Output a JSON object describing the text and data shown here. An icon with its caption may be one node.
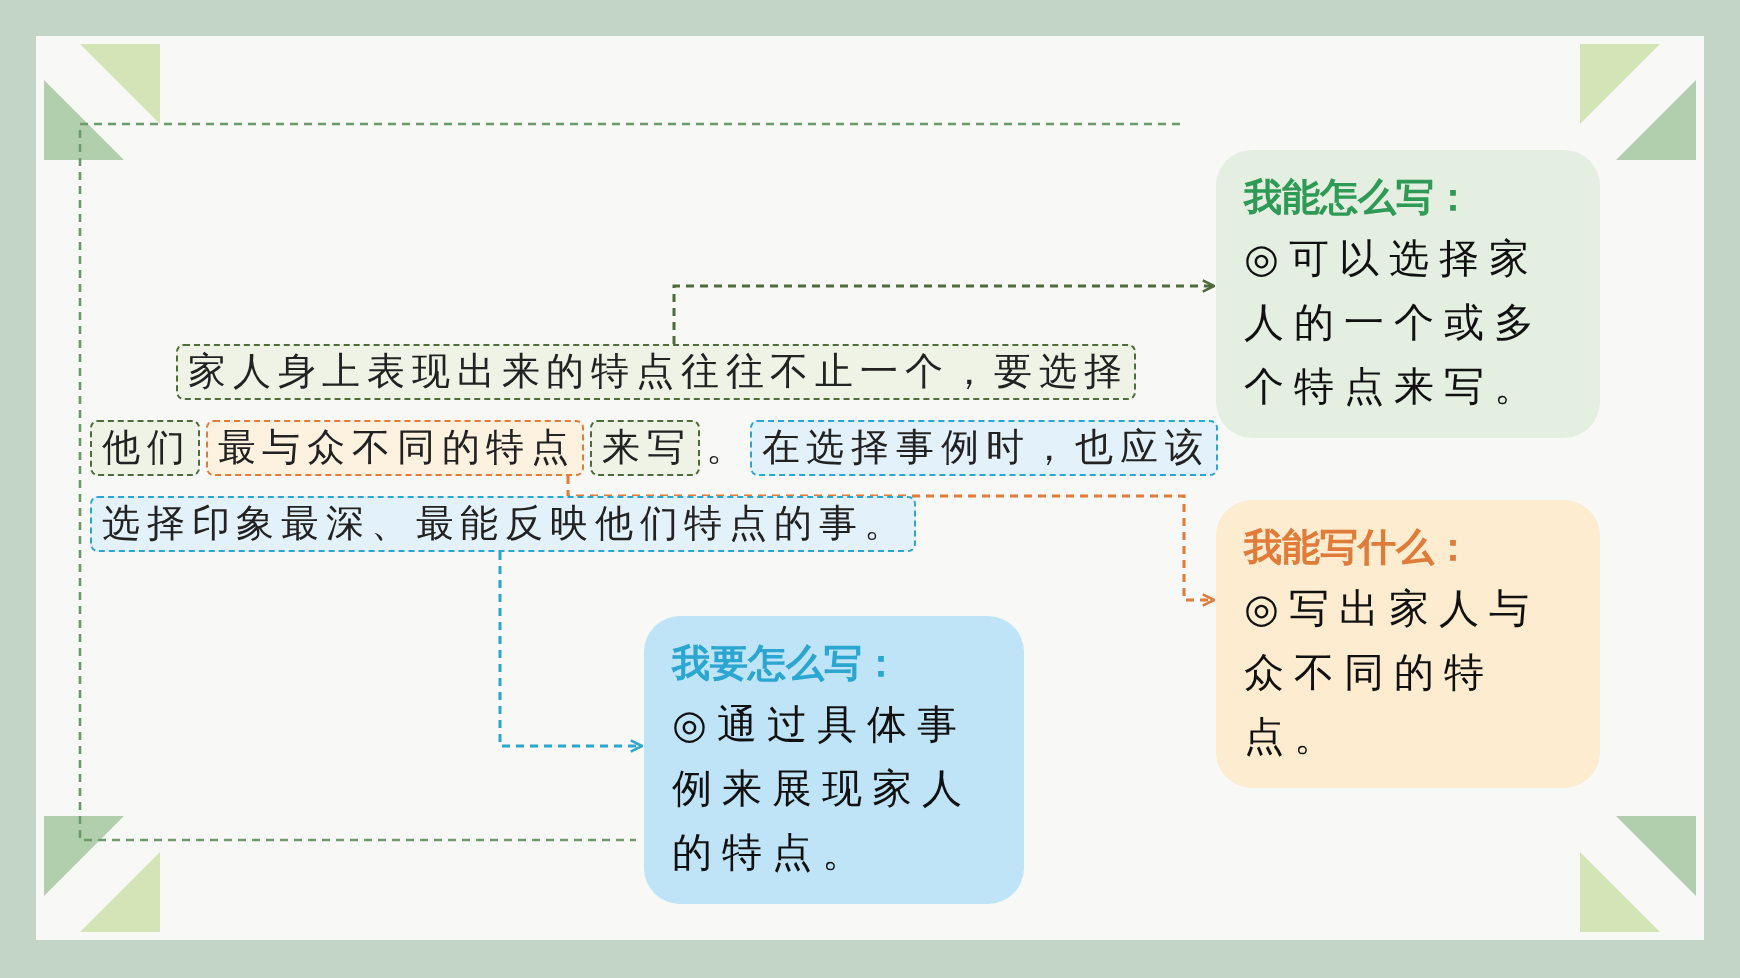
{
  "diagram": {
    "nodes": [
      {
        "text": [
          "家人身上表现出来的特点往往不止一个，要选择"
        ]
      },
      {
        "text": [
          "他们"
        ]
      },
      {
        "text": [
          "最与众不同的特点"
        ]
      },
      {
        "text": [
          "来写"
        ]
      },
      {
        "text": [
          "在选择事例时，也应该"
        ]
      },
      {
        "text": [
          "选择印象最深、最能反映他们特点的事。"
        ]
      },
      {
        "text": [
          "我能怎么写：",
          "◎可以选择家人的一个或多个特点来写。"
        ]
      },
      {
        "text": [
          "我能写什么：",
          "◎写出家人与众不同的特点。"
        ]
      },
      {
        "text": [
          "我要怎么写：",
          "◎通过具体事例来展现家人的特点。"
        ]
      }
    ],
    "edges": [
      {
        "from": 0,
        "to": 6,
        "arrow": "to",
        "style": "dashed",
        "color": "#4e6b3a"
      },
      {
        "from": 2,
        "to": 7,
        "arrow": "to",
        "style": "dashed",
        "color": "#e07b39"
      },
      {
        "from": 5,
        "to": 8,
        "arrow": "to",
        "style": "dashed",
        "color": "#2aa6d0"
      }
    ],
    "labels": [
      "。"
    ]
  }
}
